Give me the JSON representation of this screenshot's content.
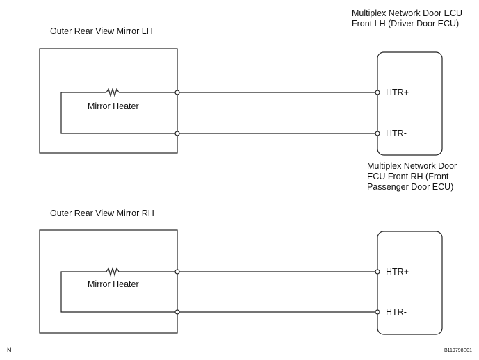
{
  "diagram": {
    "line_color": "#222222",
    "lh_section": {
      "mirror_label": "Outer Rear View Mirror LH",
      "heater_label": "Mirror Heater",
      "ecu_label_line1": "Multiplex Network Door ECU",
      "ecu_label_line2": "Front LH (Driver Door ECU)",
      "pin_top": "HTR+",
      "pin_bottom": "HTR-"
    },
    "rh_section": {
      "mirror_label": "Outer Rear View Mirror RH",
      "heater_label": "Mirror Heater",
      "ecu_label_line1": "Multiplex Network Door",
      "ecu_label_line2": "ECU Front RH (Front",
      "ecu_label_line3": "Passenger Door ECU)",
      "pin_top": "HTR+",
      "pin_bottom": "HTR-"
    },
    "corner_letter": "N",
    "figure_code": "B119798E01"
  }
}
